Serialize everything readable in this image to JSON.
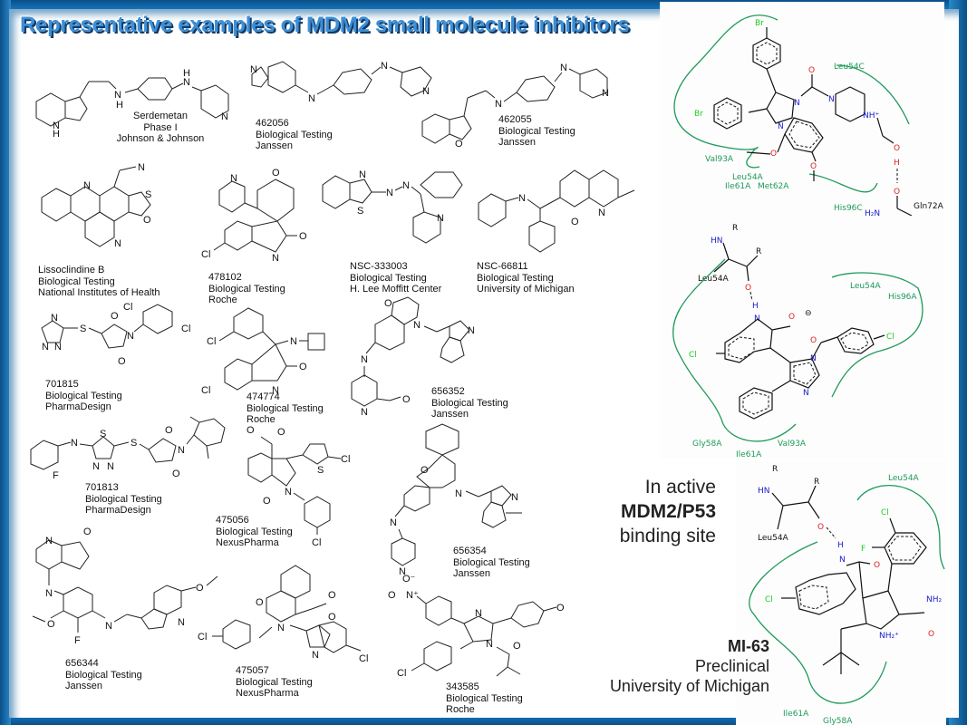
{
  "title": "Representative examples of MDM2 small molecule inhibitors",
  "compounds": [
    {
      "id": "serdemetan",
      "name": "Serdemetan",
      "stage": "Phase I",
      "org": "Johnson & Johnson"
    },
    {
      "id": "462056",
      "name": "462056",
      "stage": "Biological Testing",
      "org": "Janssen"
    },
    {
      "id": "462055",
      "name": "462055",
      "stage": "Biological Testing",
      "org": "Janssen"
    },
    {
      "id": "lissoclindine",
      "name": "Lissoclindine B",
      "stage": "Biological Testing",
      "org": "National Institutes of Health"
    },
    {
      "id": "478102",
      "name": "478102",
      "stage": "Biological Testing",
      "org": "Roche"
    },
    {
      "id": "nsc333003",
      "name": "NSC-333003",
      "stage": "Biological Testing",
      "org": "H. Lee Moffitt Center"
    },
    {
      "id": "nsc66811",
      "name": "NSC-66811",
      "stage": "Biological Testing",
      "org": "University of Michigan"
    },
    {
      "id": "701815",
      "name": "701815",
      "stage": "Biological Testing",
      "org": "PharmaDesign"
    },
    {
      "id": "474774",
      "name": "474774",
      "stage": "Biological Testing",
      "org": "Roche"
    },
    {
      "id": "656352",
      "name": "656352",
      "stage": "Biological Testing",
      "org": "Janssen"
    },
    {
      "id": "701813",
      "name": "701813",
      "stage": "Biological Testing",
      "org": "PharmaDesign"
    },
    {
      "id": "475056",
      "name": "475056",
      "stage": "Biological Testing",
      "org": "NexusPharma"
    },
    {
      "id": "656354",
      "name": "656354",
      "stage": "Biological Testing",
      "org": "Janssen"
    },
    {
      "id": "656344",
      "name": "656344",
      "stage": "Biological Testing",
      "org": "Janssen"
    },
    {
      "id": "475057",
      "name": "475057",
      "stage": "Biological Testing",
      "org": "NexusPharma"
    },
    {
      "id": "343585",
      "name": "343585",
      "stage": "Biological Testing",
      "org": "Roche"
    }
  ],
  "atoms": {
    "N": "N",
    "NH": "N",
    "H": "H",
    "O": "O",
    "S": "S",
    "Cl": "Cl",
    "F": "F",
    "Br": "Br",
    "NH_plus": "NH⁺",
    "NH2": "NH₂",
    "NH2_plus": "NH₂⁺",
    "HN": "HN",
    "H2N": "H₂N",
    "R": "R",
    "O_minus": "O⁻",
    "N_plus": "N⁺",
    "minus": "⊖"
  },
  "active_site": {
    "line1": "In active",
    "line2": "MDM2/P53",
    "line3": "binding site"
  },
  "mi63": {
    "name": "MI-63",
    "stage": "Preclinical",
    "org": "University of Michigan"
  },
  "panels": {
    "nutlin": {
      "residues": [
        "Leu54C",
        "Val93A",
        "Leu54A",
        "Ile61A",
        "Met62A",
        "His96C",
        "Gln72A"
      ]
    },
    "indole": {
      "residues": [
        "Leu54A",
        "Leu54A",
        "His96A",
        "Gly58A",
        "Ile61A",
        "Val93A"
      ],
      "backbone_label": "Leu54A"
    },
    "mi63": {
      "residues": [
        "Leu54A",
        "Ile61A",
        "Gly58A"
      ],
      "backbone_label": "Leu54A"
    }
  },
  "colors": {
    "frame": "#0d5f9c",
    "title": "#3d8fd6",
    "residue": "#1e9a5a",
    "nitrogen": "#1a1acc",
    "oxygen": "#e02020",
    "halogen": "#22cc22"
  }
}
